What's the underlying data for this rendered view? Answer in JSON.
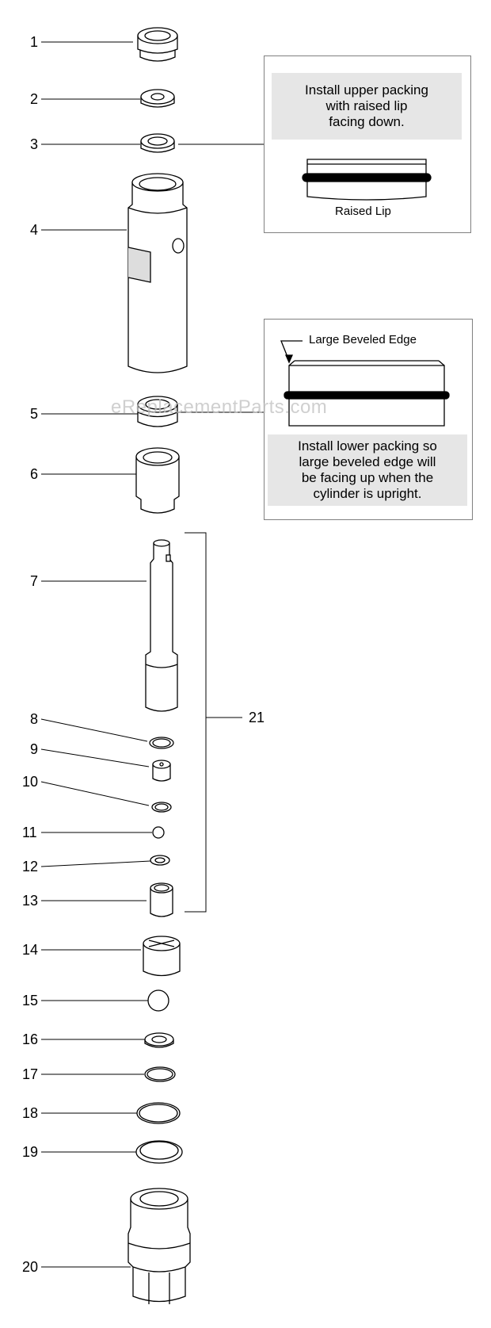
{
  "parts": [
    {
      "number": "1"
    },
    {
      "number": "2"
    },
    {
      "number": "3"
    },
    {
      "number": "4"
    },
    {
      "number": "5"
    },
    {
      "number": "6"
    },
    {
      "number": "7"
    },
    {
      "number": "8"
    },
    {
      "number": "9"
    },
    {
      "number": "10"
    },
    {
      "number": "11"
    },
    {
      "number": "12"
    },
    {
      "number": "13"
    },
    {
      "number": "14"
    },
    {
      "number": "15"
    },
    {
      "number": "16"
    },
    {
      "number": "17"
    },
    {
      "number": "18"
    },
    {
      "number": "19"
    },
    {
      "number": "20"
    }
  ],
  "assembly_label": "21",
  "upper_note": {
    "text": "Install upper packing\nwith raised lip\nfacing down.",
    "caption": "Raised Lip"
  },
  "lower_note": {
    "caption": "Large Beveled Edge",
    "text": "Install lower packing so\nlarge beveled edge will\nbe facing up when the\ncylinder is upright."
  },
  "watermark": "eReplacementParts.com",
  "colors": {
    "line": "#000000",
    "note_bg": "#e6e6e6",
    "frame": "#808080",
    "watermark": "#c0c0c0"
  }
}
